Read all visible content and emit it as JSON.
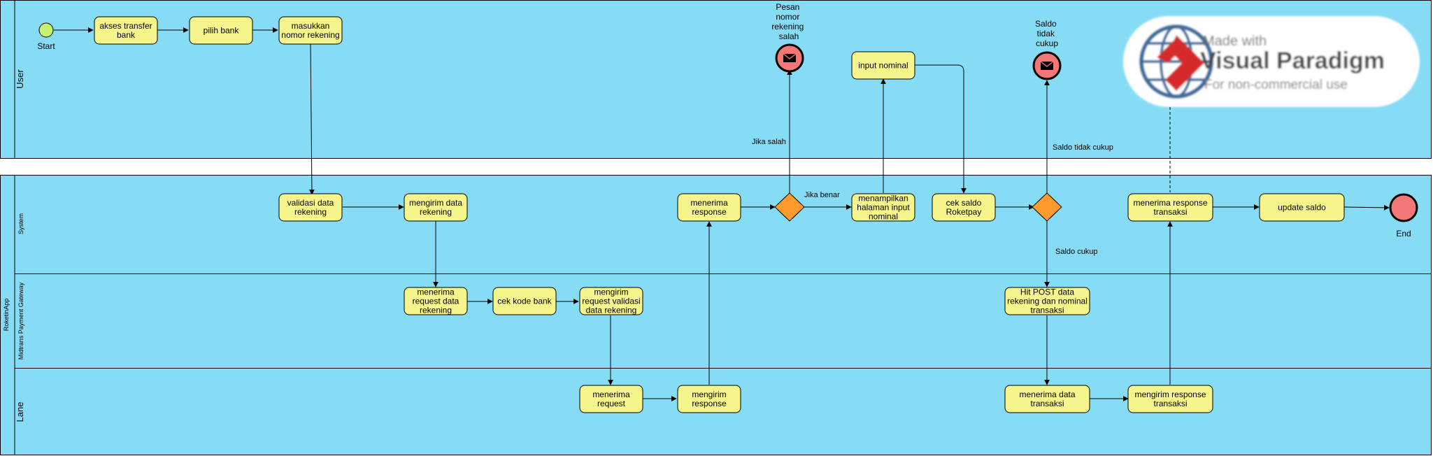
{
  "pools": {
    "user": {
      "label": "User"
    },
    "app": {
      "label": "RoketinApp"
    }
  },
  "lanes": {
    "system": "System",
    "midtrans": "Midtrans Payment Gateway",
    "lane": "Lane"
  },
  "tasks": {
    "akses_transfer": [
      "akses transfer",
      "bank"
    ],
    "pilih_bank": [
      "pilih bank"
    ],
    "masukkan_nomor": [
      "masukkan",
      "nomor rekening"
    ],
    "input_nominal": [
      "input nominal"
    ],
    "validasi": [
      "validasi data",
      "rekening"
    ],
    "mengirim_data_rekening": [
      "mengirim data",
      "rekening"
    ],
    "menerima_response": [
      "menerima",
      "response"
    ],
    "menampilkan": [
      "menampilkan",
      "halaman input",
      "nominal"
    ],
    "cek_saldo": [
      "cek saldo",
      "Roketpay"
    ],
    "menerima_response_transaksi": [
      "menerima response",
      "transaksi"
    ],
    "update_saldo": [
      "update saldo"
    ],
    "menerima_request_data": [
      "menerima",
      "request data",
      "rekening"
    ],
    "cek_kode_bank": [
      "cek kode bank"
    ],
    "mengirim_request_validasi": [
      "mengirim",
      "request validasi",
      "data rekening"
    ],
    "hit_post": [
      "Hit POST data",
      "rekening dan nominal",
      "transaksi"
    ],
    "menerima_request": [
      "menerima",
      "request"
    ],
    "mengirim_response": [
      "mengirim",
      "response"
    ],
    "menerima_data_transaksi": [
      "menerima data",
      "transaksi"
    ],
    "mengirim_response_transaksi": [
      "mengirim response",
      "transaksi"
    ]
  },
  "events": {
    "start": "Start",
    "end": "End",
    "pesan_salah": [
      "Pesan",
      "nomor",
      "rekening",
      "salah"
    ],
    "saldo_tidak_cukup": [
      "Saldo",
      "tidak",
      "cukup"
    ]
  },
  "flow_labels": {
    "jika_salah": "Jika salah",
    "jika_benar": "Jika benar",
    "saldo_tidak_cukup": "Saldo tidak cukup",
    "saldo_cukup": "Saldo cukup"
  },
  "watermark": {
    "line1": "Made with",
    "line2": "Visual Paradigm",
    "line3": "For non-commercial use"
  },
  "colors": {
    "lane_fill": "#87DCF5",
    "task_fill": "#F5F58C",
    "start_fill": "#C8F26E",
    "end_fill": "#F27878",
    "message_fill": "#F27878",
    "gateway_fill": "#FF9A2E",
    "watermark_red": "#D42A2A"
  }
}
